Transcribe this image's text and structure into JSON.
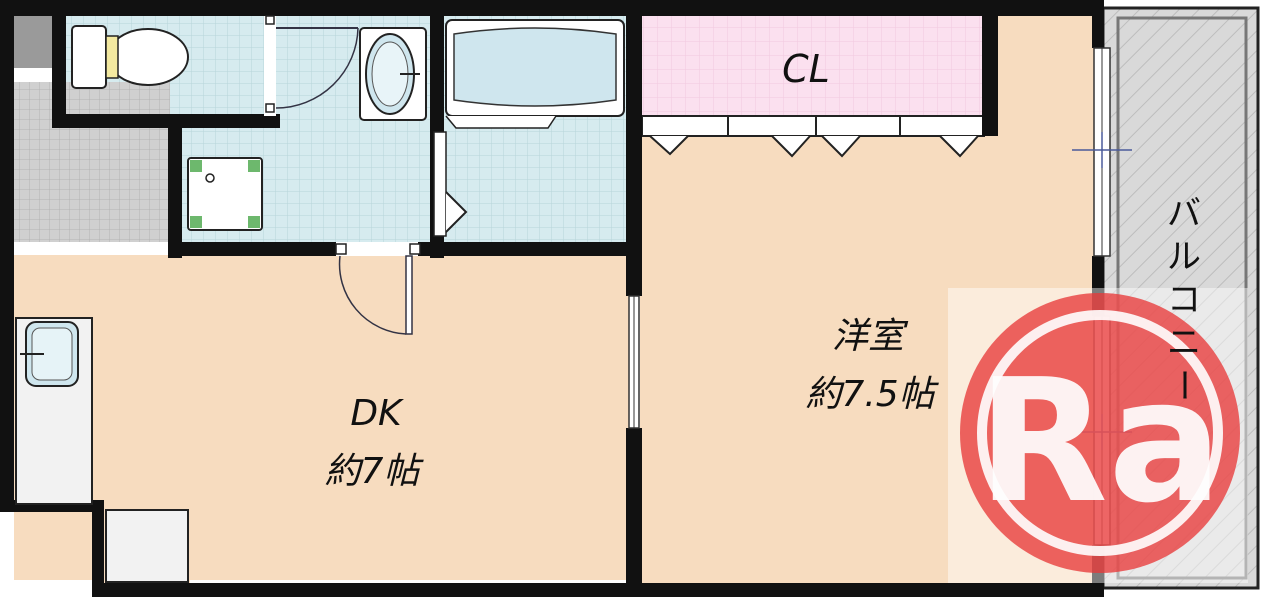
{
  "rooms": {
    "dk": {
      "name": "DK",
      "size": "約7帖"
    },
    "western": {
      "name": "洋室",
      "size": "約7.5帖"
    },
    "closet": {
      "name": "CL"
    },
    "balcony": {
      "chars": [
        "バ",
        "ル",
        "コ",
        "ニ",
        "ー"
      ]
    }
  },
  "watermark": {
    "text": "Ra"
  },
  "colors": {
    "wall": "#111111",
    "room_floor": "#f7dcbf",
    "wet_floor": "#d6ebef",
    "closet_floor": "#fbe0ef",
    "balcony": "#d9d9d9",
    "watermark": "#e83a3a"
  }
}
